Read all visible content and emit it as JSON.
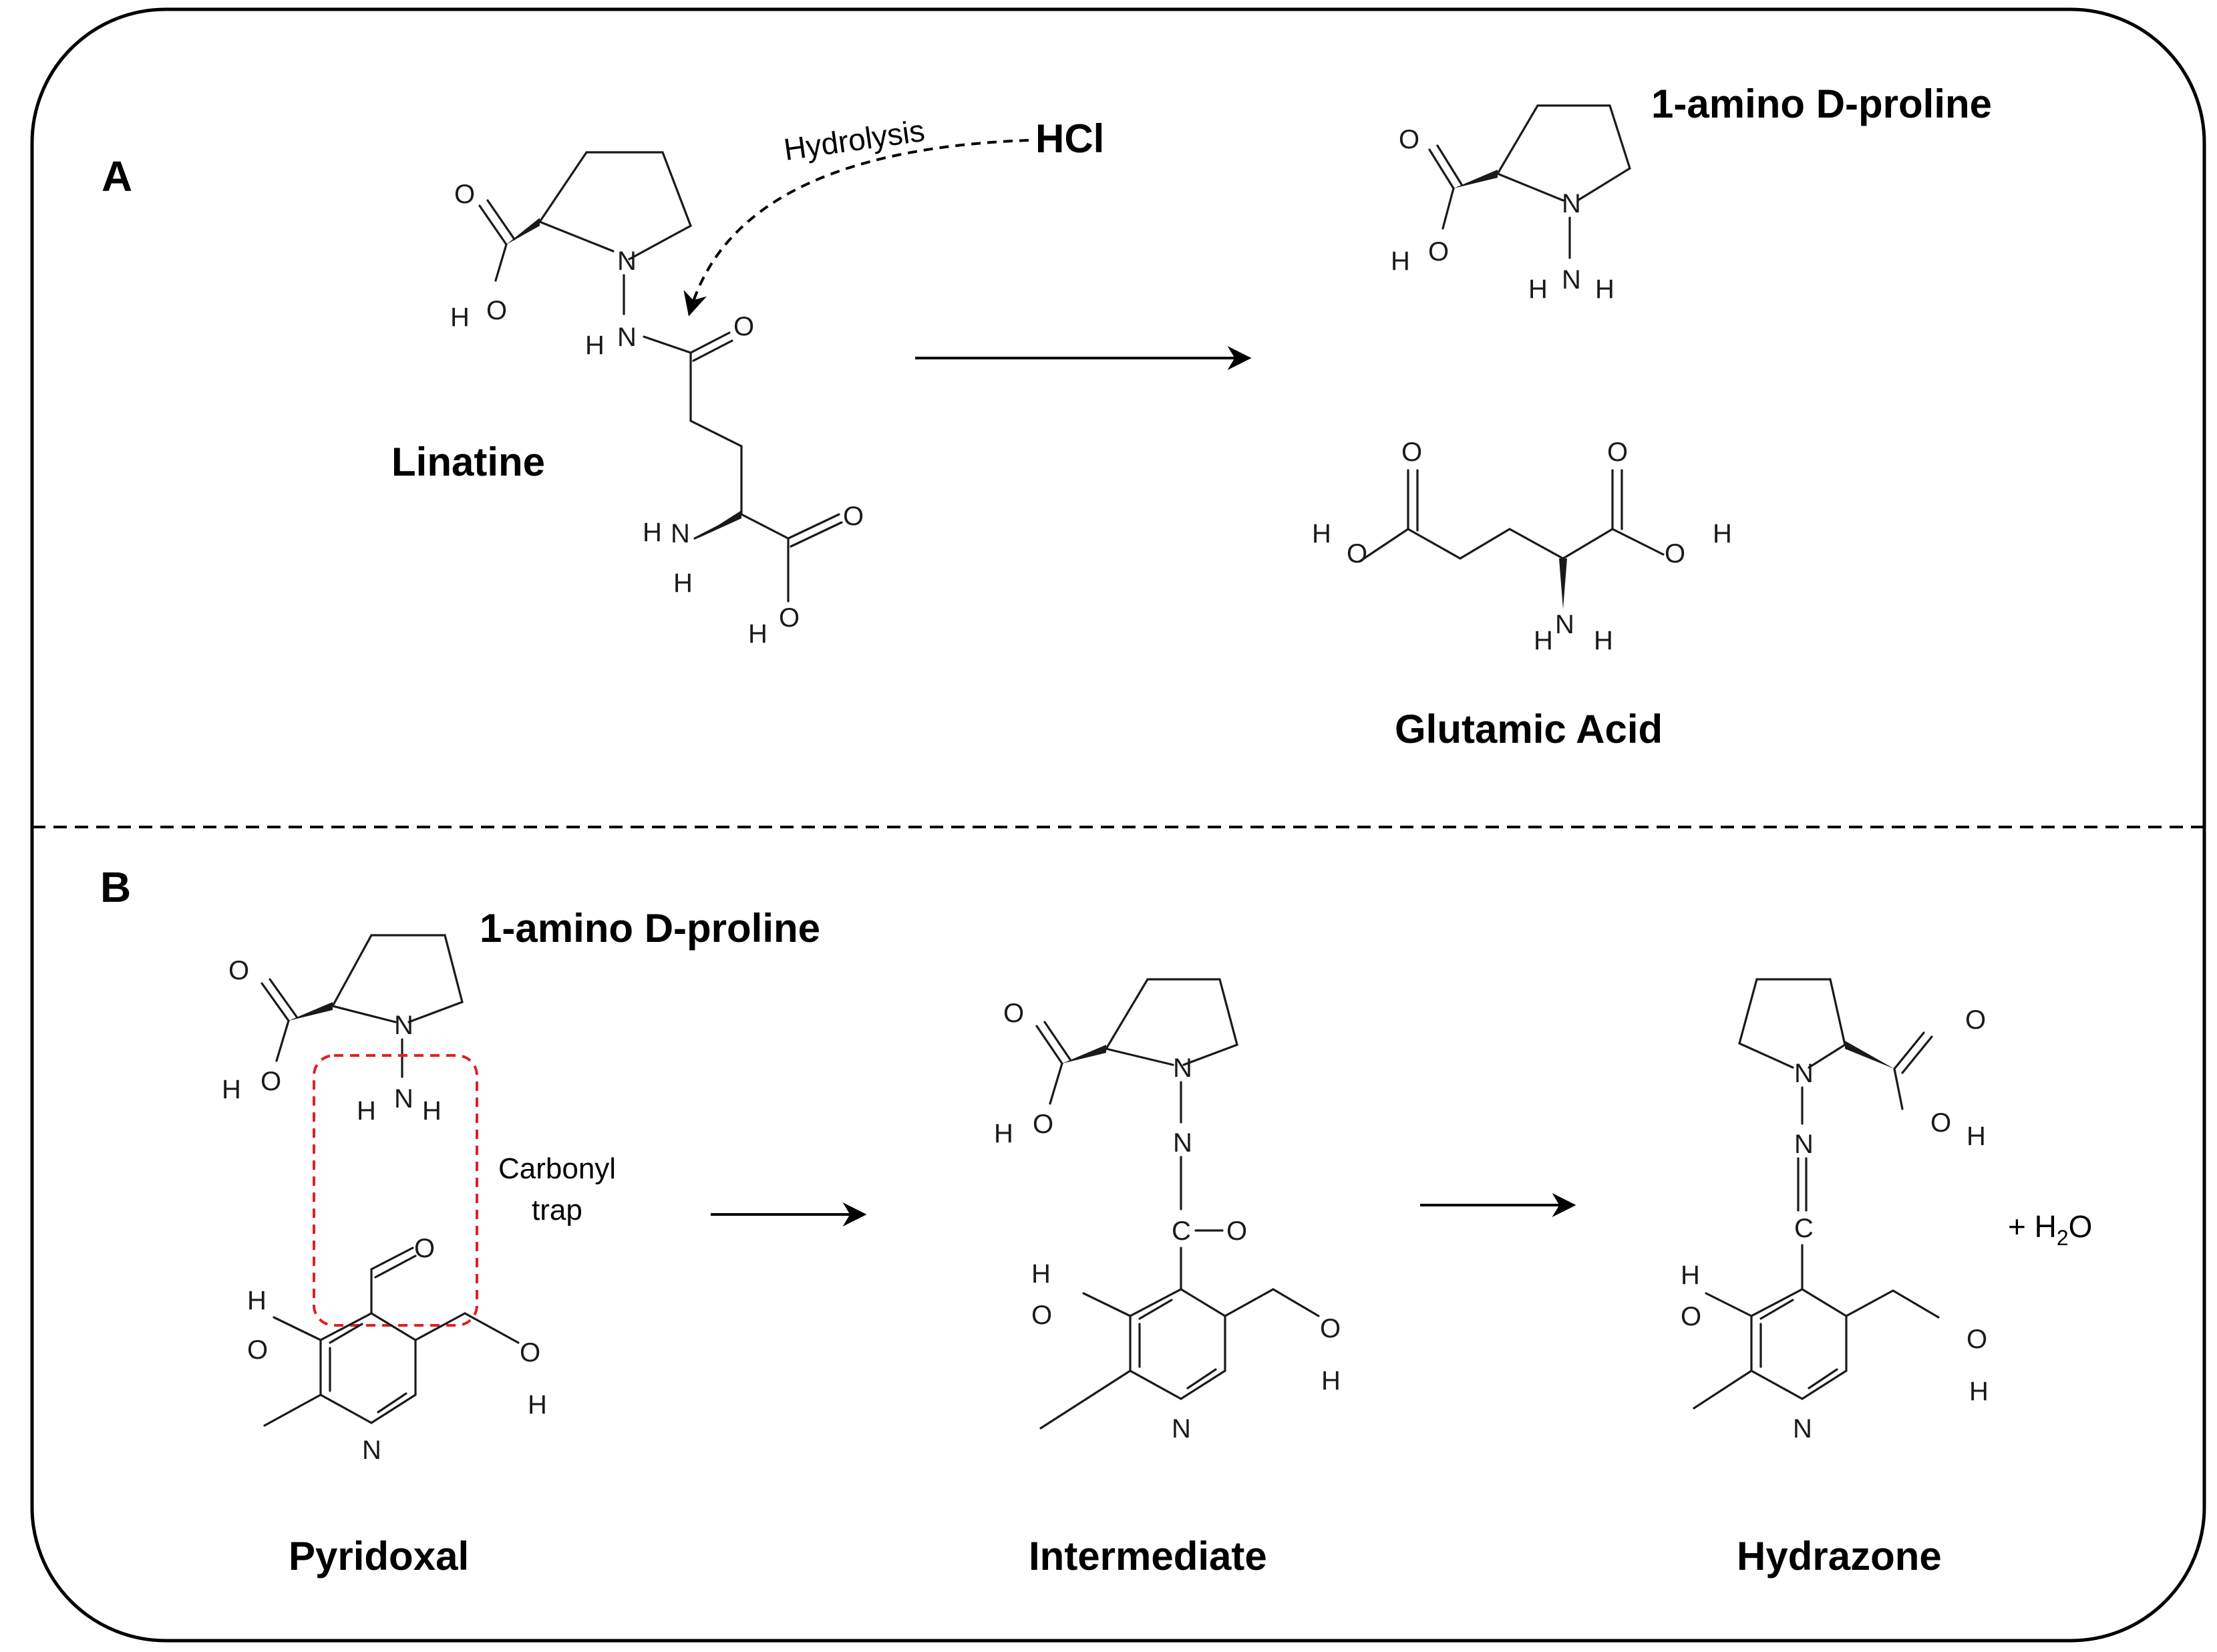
{
  "panels": {
    "a": "A",
    "b": "B"
  },
  "labels": {
    "linatine": "Linatine",
    "amino_proline_a": "1-amino D-proline",
    "glutamic_acid": "Glutamic Acid",
    "amino_proline_b": "1-amino D-proline",
    "pyridoxal": "Pyridoxal",
    "intermediate": "Intermediate",
    "hydrazone": "Hydrazone"
  },
  "annotations": {
    "hydrolysis": "Hydrolysis",
    "reagent": "HCl",
    "carbonyl_trap_line1": "Carbonyl",
    "carbonyl_trap_line2": "trap",
    "water_plus": "+ H",
    "water_sub": "2",
    "water_o": "O"
  },
  "colors": {
    "frame": "#000000",
    "bond": "#1a1a1a",
    "trap_box": "#e02020"
  }
}
